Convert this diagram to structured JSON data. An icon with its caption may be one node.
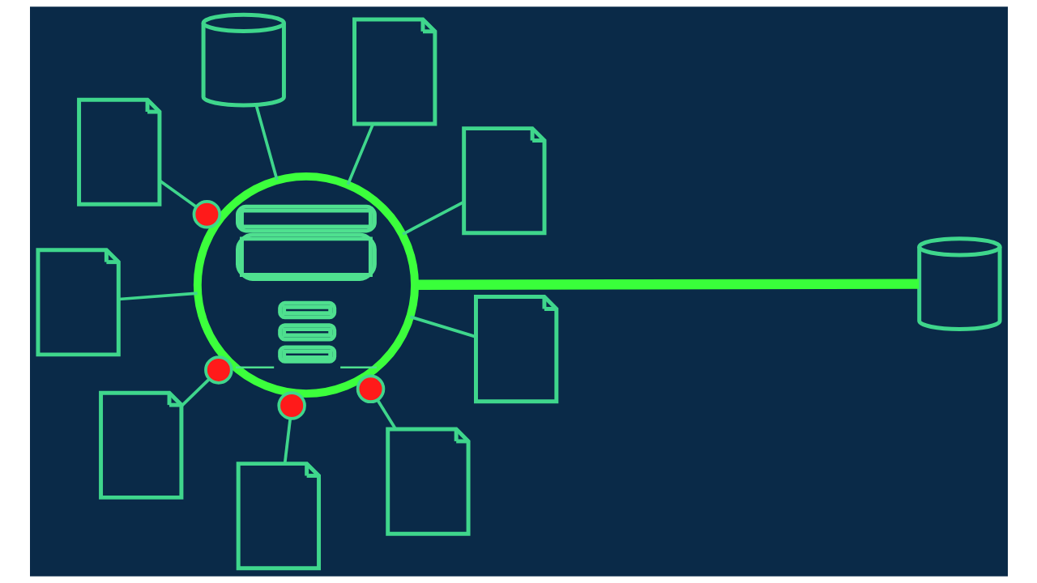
{
  "diagram": {
    "nodes": [
      {
        "text": [],
        "shape": "document"
      },
      {
        "text": [],
        "shape": "document"
      },
      {
        "text": [],
        "shape": "document"
      },
      {
        "text": [],
        "shape": "document"
      },
      {
        "text": [],
        "shape": "document"
      },
      {
        "text": [],
        "shape": "circle"
      },
      {
        "text": [],
        "shape": "cylinder"
      },
      {
        "text": [],
        "shape": "document"
      },
      {
        "text": [],
        "shape": "document"
      },
      {
        "text": [],
        "shape": "cylinder"
      },
      {
        "text": [],
        "shape": "document"
      }
    ],
    "edges": [
      {
        "from": 5,
        "to": 6,
        "arrow": "none",
        "style": "thick",
        "color": "#39ff3a"
      },
      {
        "from": 0,
        "to": 5,
        "arrow": "other"
      },
      {
        "from": 1,
        "to": 5,
        "arrow": "none"
      },
      {
        "from": 2,
        "to": 5,
        "arrow": "none"
      },
      {
        "from": 3,
        "to": 5,
        "arrow": "other"
      },
      {
        "from": 4,
        "to": 5,
        "arrow": "other"
      },
      {
        "from": 7,
        "to": 5,
        "arrow": "other"
      },
      {
        "from": 8,
        "to": 5,
        "arrow": "none"
      },
      {
        "from": 9,
        "to": 5,
        "arrow": "none"
      },
      {
        "from": 10,
        "to": 5,
        "arrow": "none"
      }
    ]
  }
}
